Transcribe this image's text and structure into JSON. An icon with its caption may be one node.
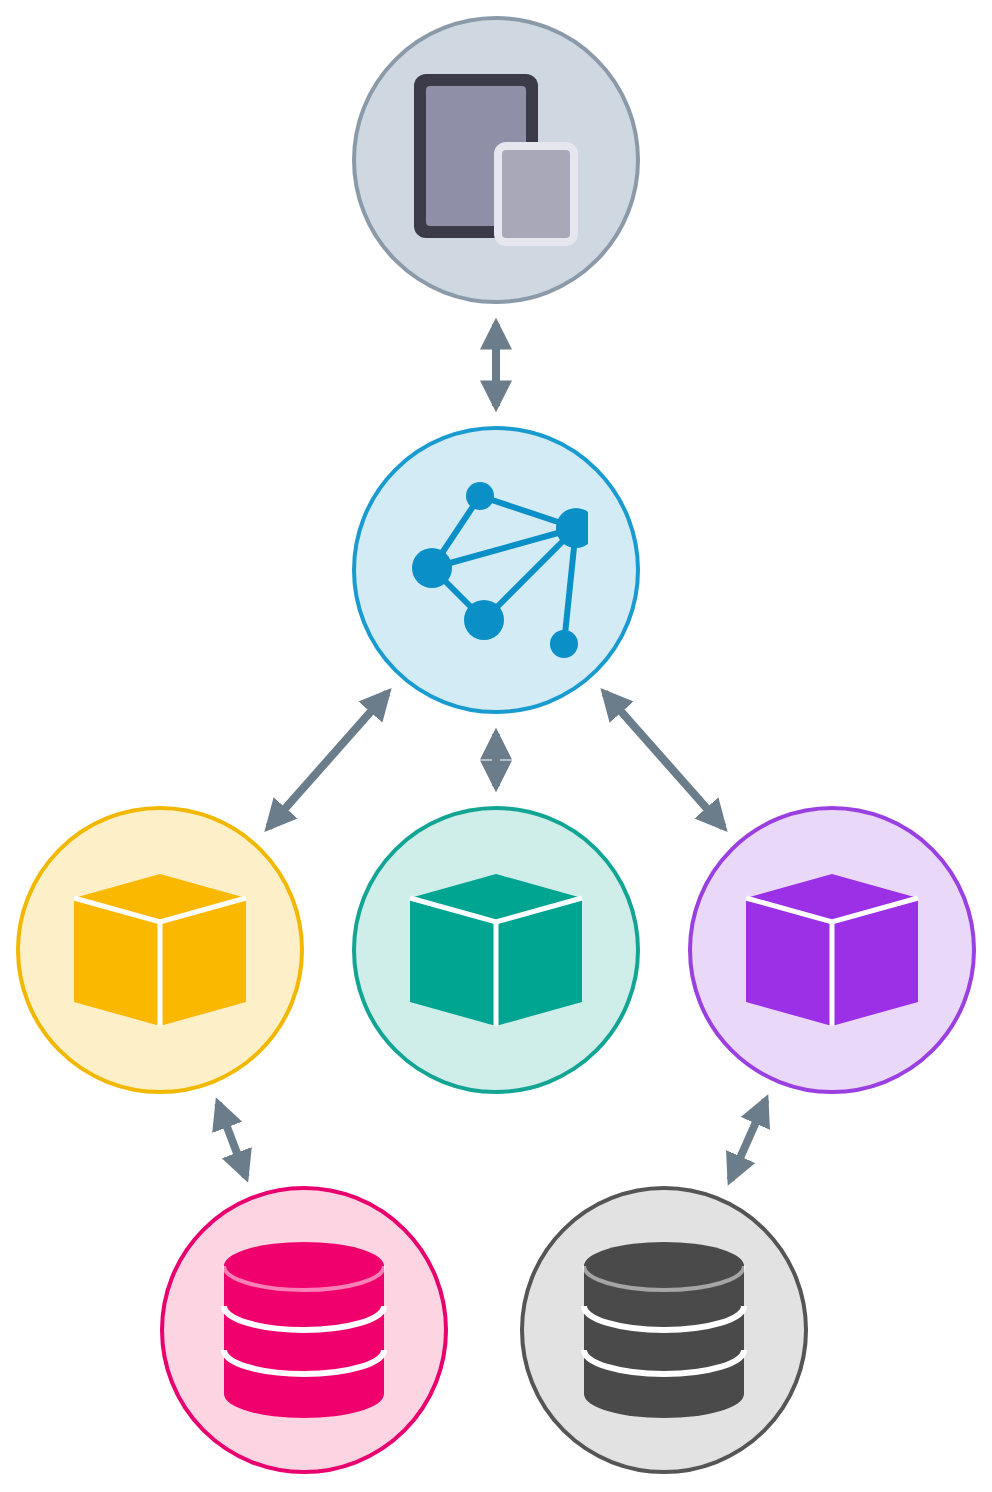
{
  "diagram": {
    "nodes": [
      {
        "text": [],
        "shape": "circle"
      },
      {
        "text": [],
        "shape": "circle"
      },
      {
        "text": [],
        "shape": "circle"
      },
      {
        "text": [],
        "shape": "circle"
      },
      {
        "text": [],
        "shape": "circle"
      },
      {
        "text": [],
        "shape": "circle"
      },
      {
        "text": [],
        "shape": "circle"
      }
    ],
    "edges": [
      {
        "from": 0,
        "to": 1,
        "arrow": "both"
      },
      {
        "from": 1,
        "to": 2,
        "arrow": "both"
      },
      {
        "from": 1,
        "to": 3,
        "arrow": "both"
      },
      {
        "from": 1,
        "to": 4,
        "arrow": "both"
      },
      {
        "from": 2,
        "to": 5,
        "arrow": "both"
      },
      {
        "from": 4,
        "to": 6,
        "arrow": "both"
      }
    ]
  }
}
